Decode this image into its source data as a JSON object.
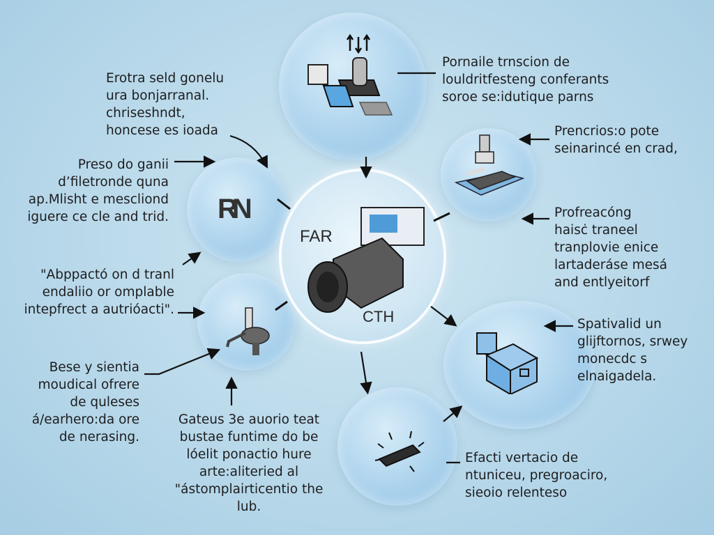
{
  "center": {
    "label_top": "FAR",
    "label_bottom": "CTH"
  },
  "left_node": {
    "label": "RN"
  },
  "callouts": {
    "top_left": [
      "Erotra seld gonelu",
      "ura bonjarranal.",
      "chriseshndt,",
      "honcese es ioada"
    ],
    "left_upper": [
      "Preso do ganii",
      "d’filetronde quna",
      "ap.Mlisht e mescliond",
      "iguere ce cle and trid."
    ],
    "left_mid": [
      "\"Abppactó on d tranl",
      "endaliio or omplable",
      "intepfrect a autrióacti\"."
    ],
    "left_lower": [
      "Bese y sientia",
      "moudical ofrere",
      "de quleses",
      "á/earhero:da ore",
      "de nerasing."
    ],
    "bottom_center": [
      "Gateus 3e auorio teat",
      "bustae funtime do be",
      "lóelit ponactio hure",
      "arte:aliteried al",
      "\"ástomplairticentio the",
      "lub."
    ],
    "top_right": [
      "Pornaile trnscion de",
      "louldritfesteng conferants",
      "soroe se:idutique parns"
    ],
    "right_upper": [
      "Prencrios:o pote",
      "seinarincé en crad,"
    ],
    "right_mid": [
      "Profreacóng",
      "haisċ traneel",
      "tranplovie enice",
      "lartaderáse mesá",
      "and entlyeitorf"
    ],
    "right_lower": [
      "Spativalid un",
      "glĳftornos, srwey",
      "monecdc s",
      "elnaigadela."
    ],
    "bottom_right": [
      "Efacti vertacio de",
      "ntuniceu, pregroaciro,",
      "sieoio relenteso"
    ]
  },
  "colors": {
    "background": "#b9d9ea",
    "bubble": "#a9d1ec",
    "ink": "#1d1d1f"
  }
}
